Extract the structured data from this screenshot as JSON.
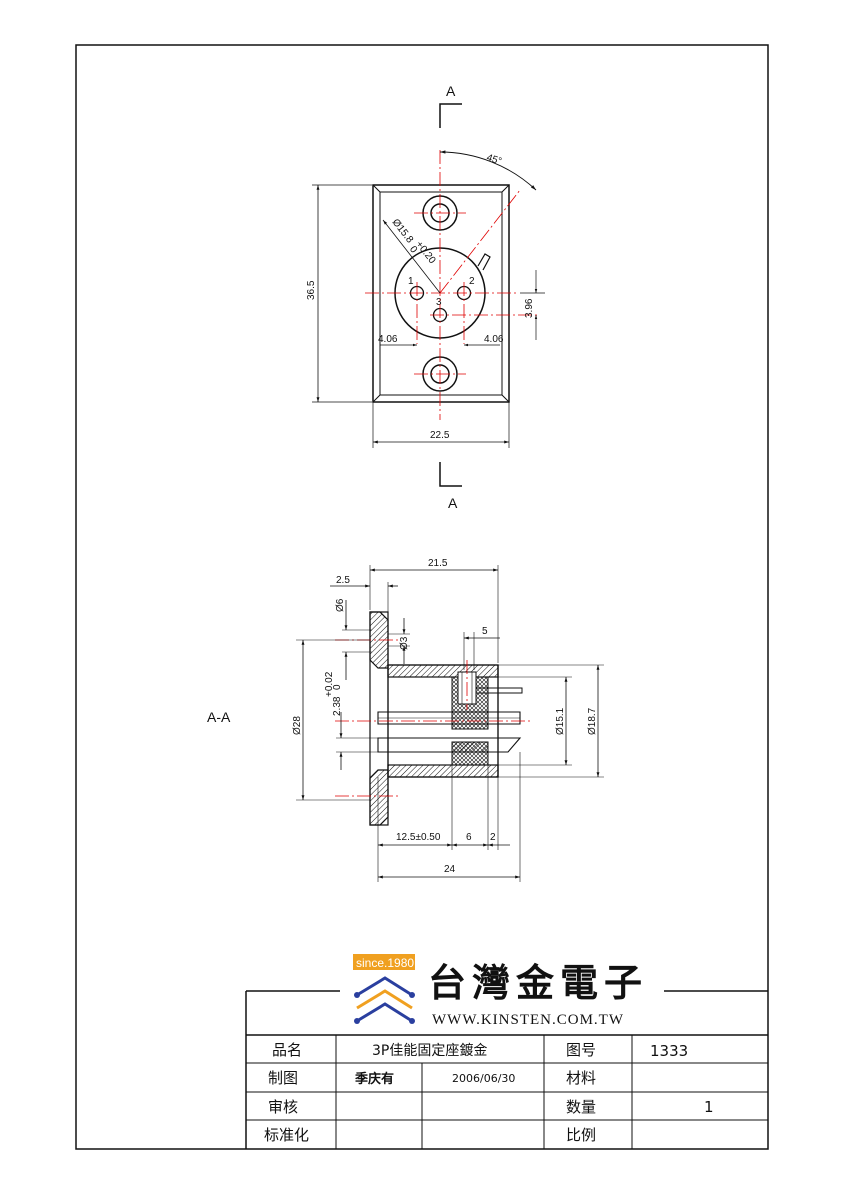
{
  "front_view": {
    "section_mark": "A",
    "angle": "45°",
    "hole_dia": "Ø15.8",
    "hole_tol_upper": "+0.20",
    "hole_tol_lower": "0",
    "height": "36.5",
    "width": "22.5",
    "pin_offset_left": "4.06",
    "pin_offset_right": "4.06",
    "pin_vertical": "3.96",
    "pin_1": "1",
    "pin_2": "2",
    "pin_3": "3"
  },
  "section_view": {
    "label": "A-A",
    "dim_21_5": "21.5",
    "dim_2_5": "2.5",
    "dim_d6": "Ø6",
    "dim_d3": "Ø3",
    "dim_5": "5",
    "dim_d28": "Ø28",
    "dim_2_38": "2.38",
    "dim_2_38_tol_upper": "+0.02",
    "dim_2_38_tol_lower": "0",
    "dim_d15_1": "Ø15.1",
    "dim_d18_7": "Ø18.7",
    "dim_12_5": "12.5±0.50",
    "dim_6": "6",
    "dim_2": "2",
    "dim_24": "24"
  },
  "company": {
    "badge": "since.1980",
    "name": "台灣金電子",
    "website": "WWW.KINSTEN.COM.TW"
  },
  "title_block": {
    "product_name_label": "品名",
    "product_name": "3P佳能固定座鍍金",
    "drawing_no_label": "图号",
    "drawing_no": "1333",
    "drawn_label": "制图",
    "drawn_by": "季庆有",
    "drawn_date": "2006/06/30",
    "material_label": "材料",
    "material": "",
    "checked_label": "审核",
    "quantity_label": "数量",
    "quantity": "1",
    "standard_label": "标准化",
    "scale_label": "比例",
    "scale": ""
  },
  "colors": {
    "line": "#111111",
    "centerline": "#e00000",
    "badge": "#f0a020",
    "logo_blue": "#2a3f9f",
    "logo_gold": "#f0a020"
  }
}
